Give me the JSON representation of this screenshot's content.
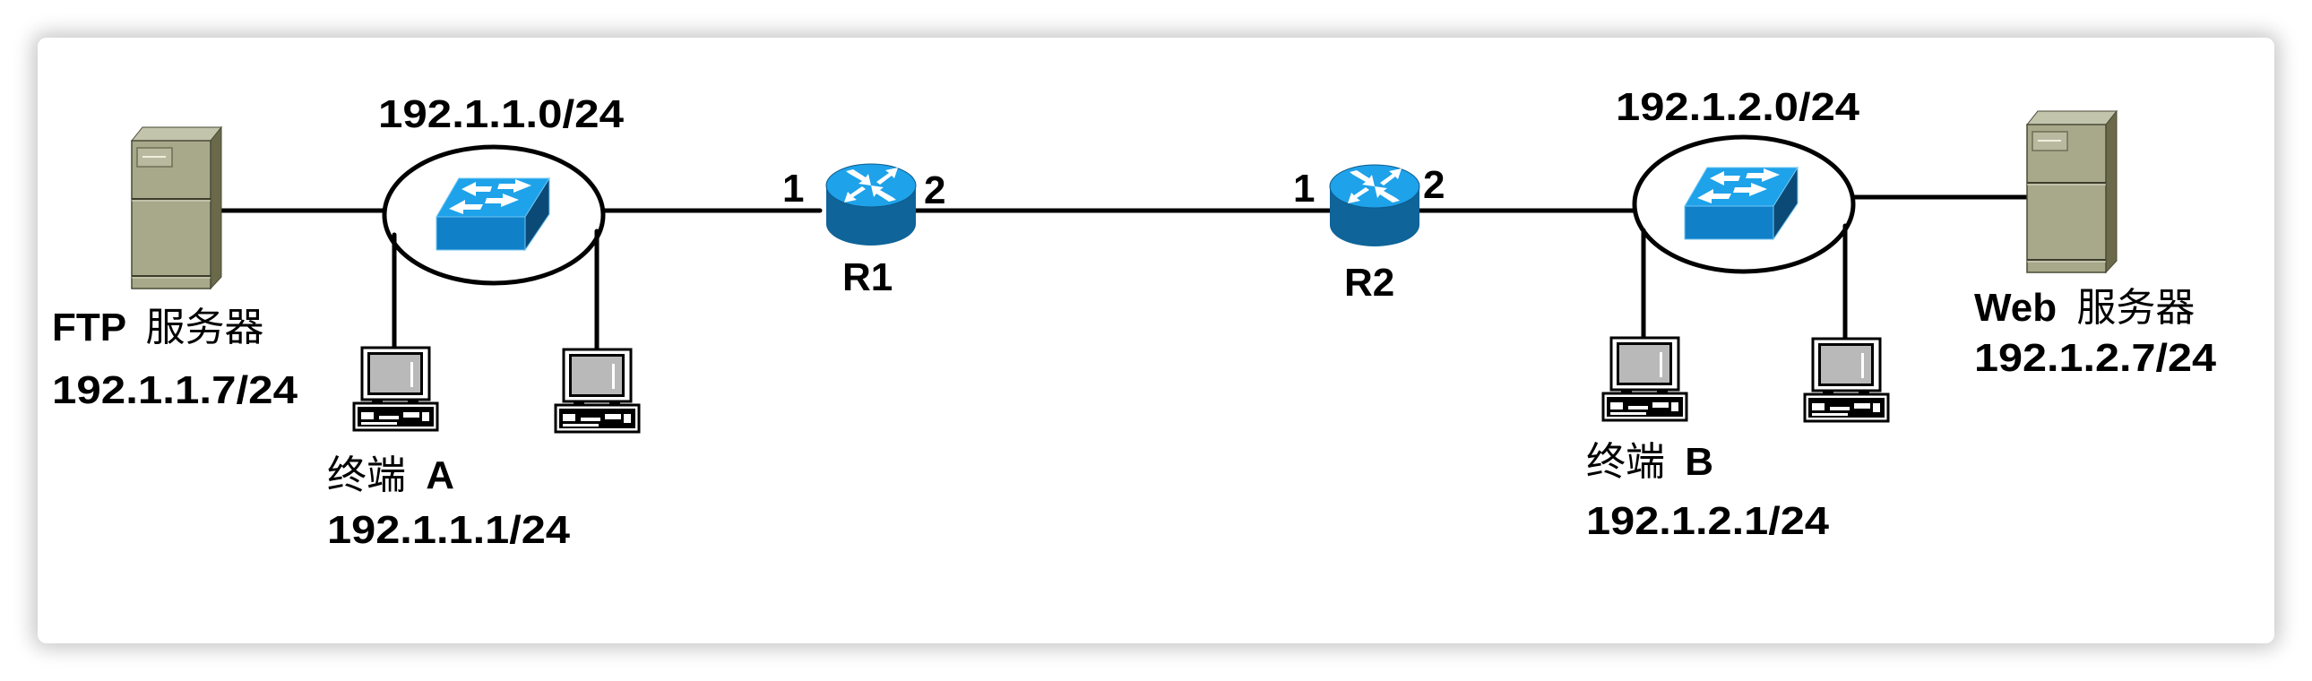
{
  "diagram": {
    "title": "",
    "networks": [
      {
        "id": "net1",
        "label": "192.1.1.0/24"
      },
      {
        "id": "net2",
        "label": "192.1.2.0/24"
      }
    ],
    "routers": [
      {
        "id": "R1",
        "label": "R1",
        "port_left": "1",
        "port_right": "2"
      },
      {
        "id": "R2",
        "label": "R2",
        "port_left": "1",
        "port_right": "2"
      }
    ],
    "servers": [
      {
        "id": "ftp",
        "name_latin": "FTP",
        "name_cn": "服务器",
        "ip": "192.1.1.7/24"
      },
      {
        "id": "web",
        "name_latin": "Web",
        "name_cn": "服务器",
        "ip": "192.1.2.7/24"
      }
    ],
    "terminals": [
      {
        "id": "A",
        "name_cn": "终端",
        "name_latin": "A",
        "ip": "192.1.1.1/24"
      },
      {
        "id": "B",
        "name_cn": "终端",
        "name_latin": "B",
        "ip": "192.1.2.1/24"
      }
    ],
    "colors": {
      "switch_top": "#1EA2EA",
      "switch_front": "#1080C8",
      "switch_side": "#0B4A77",
      "router_top": "#1EA2EA",
      "router_body": "#0F6499",
      "server_front": "#A8A98B",
      "server_top": "#C3C4AC",
      "server_side": "#6A6A4B",
      "line": "#000000"
    },
    "edges": [
      {
        "from": "ftp",
        "to": "net1"
      },
      {
        "from": "net1",
        "to": "R1.1"
      },
      {
        "from": "R1.2",
        "to": "R2.1"
      },
      {
        "from": "R2.2",
        "to": "net2"
      },
      {
        "from": "net2",
        "to": "web"
      },
      {
        "from": "net1",
        "to": "terminal-A"
      },
      {
        "from": "net1",
        "to": "pc-net1-2"
      },
      {
        "from": "net2",
        "to": "terminal-B"
      },
      {
        "from": "net2",
        "to": "pc-net2-2"
      }
    ]
  }
}
